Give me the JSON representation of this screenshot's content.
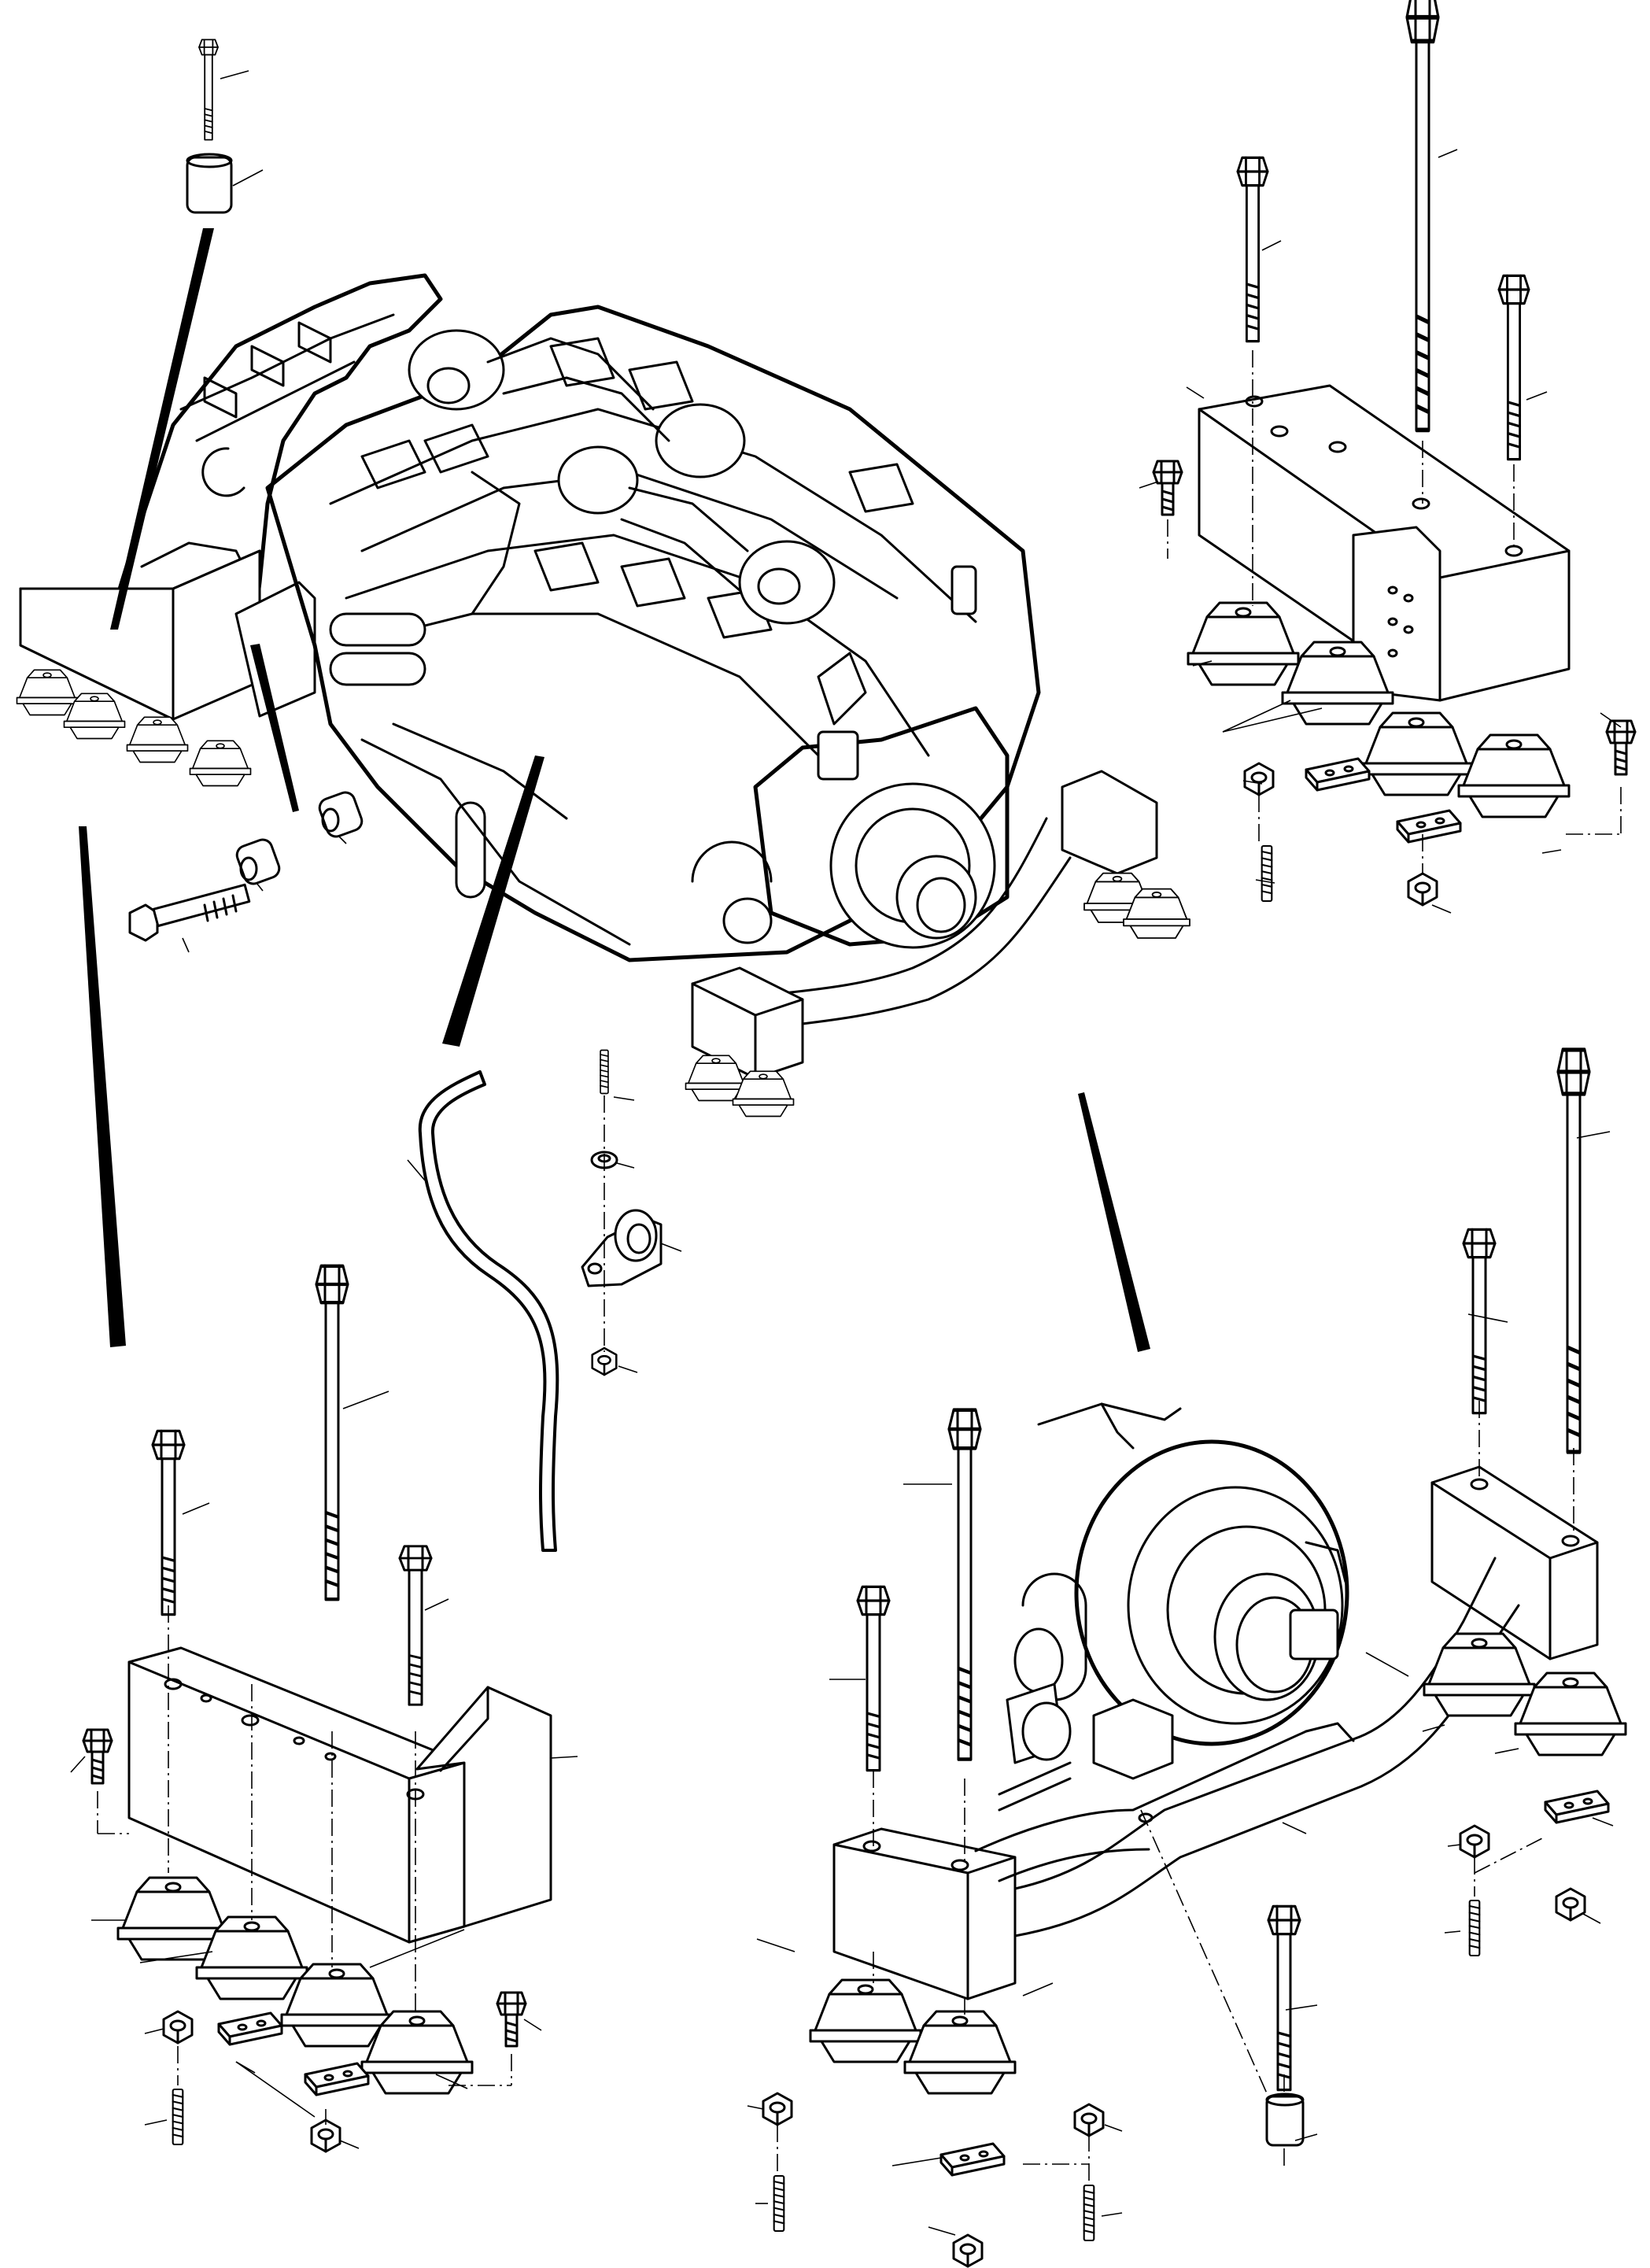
{
  "figure": {
    "kind": "exploded parts drawing",
    "subject": "engine mounting",
    "text_labels": []
  },
  "groups": [
    {
      "id": "engine-assembly",
      "parts": [
        "engine-block",
        "turbochargers",
        "flywheel-housing",
        "front-mounting-frame",
        "rear-mounting-beam"
      ]
    },
    {
      "id": "rear-mount-detail-top-right",
      "parts": [
        "long-bolt",
        "long-bolt",
        "long-bolt",
        "short-bolt",
        "short-bolt",
        "mount-bracket",
        "rubber-mount",
        "rubber-mount",
        "rubber-mount",
        "rubber-mount",
        "plate",
        "plate",
        "nut",
        "nut",
        "screw"
      ]
    },
    {
      "id": "front-mount-detail-top-left",
      "parts": [
        "bolt",
        "spacer",
        "bolt",
        "spacer",
        "spacer"
      ]
    },
    {
      "id": "hose-detail",
      "parts": [
        "hose"
      ]
    },
    {
      "id": "clamp-detail",
      "parts": [
        "stud",
        "washer",
        "clamp",
        "nut"
      ]
    },
    {
      "id": "mount-detail-bottom-left",
      "parts": [
        "long-bolt",
        "long-bolt",
        "long-bolt",
        "short-bolt",
        "short-bolt",
        "mount-bracket",
        "rubber-mount",
        "rubber-mount",
        "rubber-mount",
        "rubber-mount",
        "plate",
        "plate",
        "nut",
        "nut",
        "screw"
      ]
    },
    {
      "id": "mount-detail-bottom-right",
      "parts": [
        "long-bolt",
        "long-bolt",
        "long-bolt",
        "long-bolt",
        "mount-beam",
        "rubber-mount",
        "rubber-mount",
        "rubber-mount",
        "plate",
        "plate",
        "nut",
        "nut",
        "nut",
        "screw",
        "spacer"
      ]
    }
  ]
}
